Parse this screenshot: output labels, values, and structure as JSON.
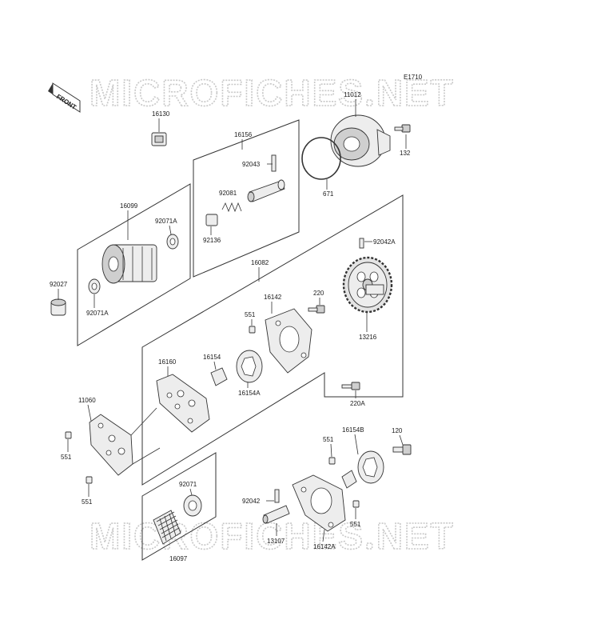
{
  "diagram": {
    "code": "E1710",
    "front_label": "FRONT",
    "watermarks": [
      "MICROFICHES.NET",
      "MICROFICHES.NET"
    ],
    "labels": {
      "p11012": "11012",
      "p132": "132",
      "p671": "671",
      "p16130": "16130",
      "p16156": "16156",
      "p92043": "92043",
      "p92081": "92081",
      "p92136": "92136",
      "p16099": "16099",
      "p92071A_top": "92071A",
      "p92071A_bot": "92071A",
      "p92027": "92027",
      "p16082": "16082",
      "p92042A": "92042A",
      "p220": "220",
      "p16142": "16142",
      "p551_a": "551",
      "p16160": "16160",
      "p16154": "16154",
      "p16154A": "16154A",
      "p13216": "13216",
      "p220A": "220A",
      "p11060": "11060",
      "p551_b": "551",
      "p551_c": "551",
      "p551_d": "551",
      "p16154B": "16154B",
      "p120": "120",
      "p92071": "92071",
      "p92042": "92042",
      "p551_e": "551",
      "p13107": "13107",
      "p16142A": "16142A",
      "p16097": "16097"
    }
  }
}
